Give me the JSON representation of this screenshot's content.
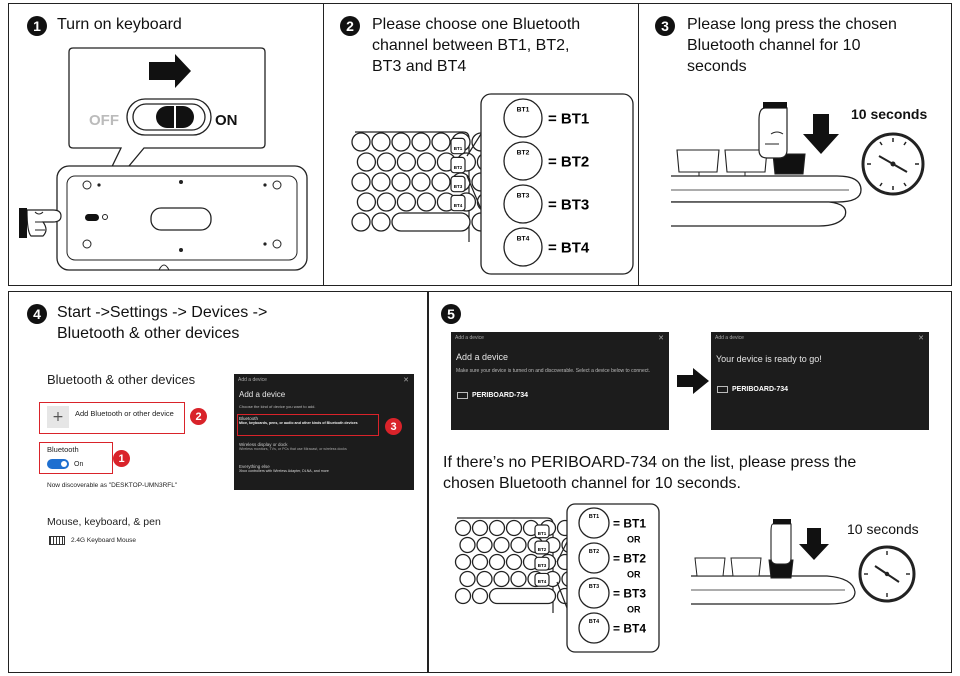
{
  "steps": [
    {
      "num": "1",
      "title": "Turn on keyboard"
    },
    {
      "num": "2",
      "title_lines": [
        "Please choose one Bluetooth",
        "channel between BT1, BT2,",
        "BT3 and BT4"
      ]
    },
    {
      "num": "3",
      "title_lines": [
        "Please long press the chosen",
        "Bluetooth channel for 10",
        "seconds"
      ]
    },
    {
      "num": "4",
      "title_lines": [
        "Start ->Settings -> Devices ->",
        "Bluetooth & other devices"
      ]
    },
    {
      "num": "5"
    }
  ],
  "switch": {
    "off": "OFF",
    "on": "ON"
  },
  "channels": [
    {
      "badge": "BT1",
      "label": "= BT1"
    },
    {
      "badge": "BT2",
      "label": "= BT2"
    },
    {
      "badge": "BT3",
      "label": "= BT3"
    },
    {
      "badge": "BT4",
      "label": "= BT4"
    }
  ],
  "or_label": "OR",
  "timer_text": "10 seconds",
  "settings": {
    "heading": "Bluetooth & other devices",
    "add_button": "Add Bluetooth or other device",
    "bt_label": "Bluetooth",
    "toggle_state": "On",
    "discoverable": "Now discoverable as \"DESKTOP-UMN3RFL\"",
    "mouse_heading": "Mouse, keyboard, & pen",
    "device_item": "2.4G Keyboard Mouse"
  },
  "add_dialog_small": {
    "titlebar": "Add a device",
    "heading": "Add a device",
    "subtitle": "Choose the kind of device you want to add.",
    "options": [
      {
        "name": "Bluetooth",
        "desc": "Mice, keyboards, pens, or audio and other kinds of Bluetooth devices"
      },
      {
        "name": "Wireless display or dock",
        "desc": "Wireless monitors, TVs, or PCs that use Miracast, or wireless docks"
      },
      {
        "name": "Everything else",
        "desc": "Xbox controllers with Wireless Adapter, DLNA, and more"
      }
    ]
  },
  "badges": {
    "red_2": "2",
    "red_1": "1",
    "red_3": "3"
  },
  "step5": {
    "dialog1": {
      "titlebar": "Add a device",
      "heading": "Add a device",
      "desc": "Make sure your device is turned on and discoverable. Select a device below to connect.",
      "device": "PERIBOARD-734"
    },
    "dialog2": {
      "titlebar": "Add a device",
      "heading": "Your device is ready to go!",
      "device": "PERIBOARD-734"
    },
    "note_lines": [
      "If there’s no PERIBOARD-734 on the list, please press the",
      "chosen Bluetooth channel for 10 seconds."
    ]
  }
}
